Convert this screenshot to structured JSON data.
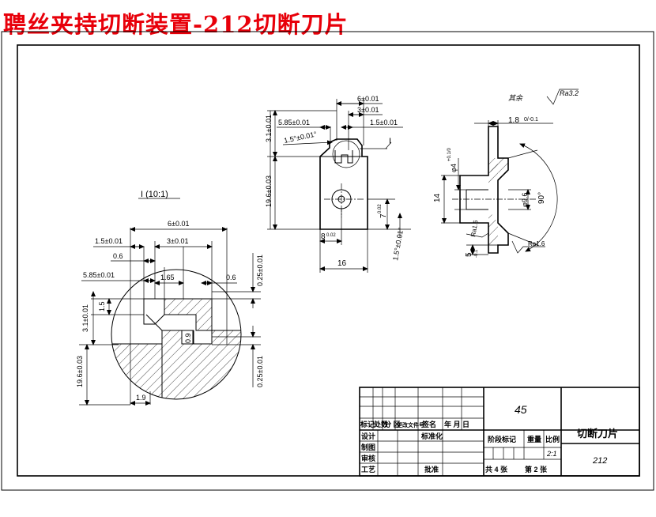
{
  "title": "聘丝夹持切断装置-212切断刀片",
  "detail_view": {
    "label": "I (10:1)",
    "dims": {
      "width_6": "6±0.01",
      "d15": "1.5±0.01",
      "d3": "3±0.01",
      "d06_left": "0.6",
      "d585": "5.85±0.01",
      "d165": "1.65",
      "d06_right": "0.6",
      "d025_top": "0.25±0.01",
      "d15_v": "1.5",
      "d31_v": "3.1±0.01",
      "d196_v": "19.6±0.03",
      "d09": "0.9",
      "d025_bottom": "0.25±0.01",
      "d19": "1.9"
    }
  },
  "front_view": {
    "callout": "I",
    "dims": {
      "d6": "6±0.01",
      "d3": "3±0.01",
      "d585": "5.85±0.01",
      "d15": "1.5±0.01",
      "d15_angle": "1.5°±0.01°",
      "d31_v": "3.1±0.01",
      "d196_v": "19.6±0.03",
      "d7": "7",
      "d7_tol": "0.02",
      "d8": "8",
      "d8_tol": "0.02",
      "d16": "16",
      "d15_angle_b": "1.5°±0.01°"
    }
  },
  "side_view": {
    "note": "其余",
    "roughness": "Ra3.2",
    "dims": {
      "d18": "1.8",
      "d18_tol": "0/-0.1",
      "d4": "φ4",
      "d4_tol": "+0.1/0",
      "d14": "14",
      "d96": "φ9.6",
      "a90": "90°",
      "ra16_left": "Ra1.6",
      "ra16_right": "Ra1.6",
      "d5": "5",
      "d5_tol": "-0.1"
    }
  },
  "title_block": {
    "material": "45",
    "part_name": "切断刀片",
    "part_code": "212",
    "scale": "2:1",
    "headers": [
      "标记",
      "处数",
      "分 区",
      "更改文件号",
      "签名",
      "年 月 日"
    ],
    "rows": [
      "设计",
      "制图",
      "审核",
      "工艺"
    ],
    "standardize": "标准化",
    "approve": "批准",
    "stage_mark": "阶段标记",
    "weight": "重量",
    "ratio": "比例",
    "total_sheets": "共  4  张",
    "sheet_no": "第  2  张"
  }
}
